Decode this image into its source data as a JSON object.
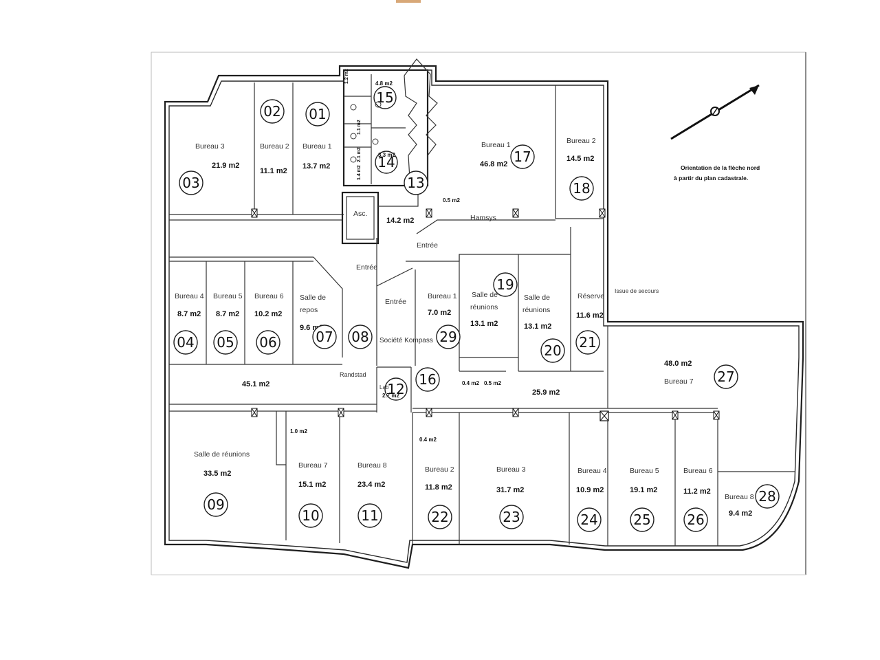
{
  "compass_note": {
    "line1": "Orientation de la flèche nord",
    "line2": "à partir du plan cadastrale."
  },
  "elevator": "Asc.",
  "emergency_exit": "Issue de secours",
  "companies": {
    "rondstad": "Randstad",
    "kompass": "Société Kompass",
    "hamsys": "Hamsys"
  },
  "entrances": [
    "Entrée",
    "Entrée",
    "Entrée"
  ],
  "rooms": {
    "r01": {
      "num": "01",
      "name": "Bureau 1",
      "area": "13.7 m2"
    },
    "r02": {
      "num": "02",
      "name": "Bureau 2",
      "area": "11.1 m2"
    },
    "r03": {
      "num": "03",
      "name": "Bureau 3",
      "area": "21.9 m2"
    },
    "r04": {
      "num": "04",
      "name": "Bureau 4",
      "area": "8.7 m2"
    },
    "r05": {
      "num": "05",
      "name": "Bureau 5",
      "area": "8.7 m2"
    },
    "r06": {
      "num": "06",
      "name": "Bureau 6",
      "area": "10.2 m2"
    },
    "r07": {
      "num": "07",
      "name1": "Salle de",
      "name2": "repos",
      "area": "9.6 m2"
    },
    "r08": {
      "num": "08"
    },
    "r09": {
      "num": "09",
      "name": "Salle de réunions",
      "area": "33.5 m2"
    },
    "r10": {
      "num": "10",
      "name": "Bureau 7",
      "area": "15.1 m2"
    },
    "r11": {
      "num": "11",
      "name": "Bureau 8",
      "area": "23.4 m2"
    },
    "r12": {
      "num": "12",
      "name": "Lab",
      "area": "2.7 m2"
    },
    "r13": {
      "num": "13",
      "area": "14.2 m2"
    },
    "r14": {
      "num": "14",
      "area": "3.3 m2"
    },
    "r15": {
      "num": "15",
      "area": "4.8 m2"
    },
    "r16": {
      "num": "16"
    },
    "r17": {
      "num": "17",
      "name": "Bureau 1",
      "area": "46.8 m2"
    },
    "r18": {
      "num": "18",
      "name": "Bureau 2",
      "area": "14.5 m2"
    },
    "r19": {
      "num": "19",
      "name1": "Salle de",
      "name2": "réunions",
      "area": "13.1 m2"
    },
    "r20": {
      "num": "20",
      "name1": "Salle de",
      "name2": "réunions",
      "area": "13.1 m2"
    },
    "r21": {
      "num": "21",
      "name": "Réserve",
      "area": "11.6 m2"
    },
    "r22": {
      "num": "22",
      "name": "Bureau 2",
      "area": "11.8 m2"
    },
    "r23": {
      "num": "23",
      "name": "Bureau 3",
      "area": "31.7 m2"
    },
    "r24": {
      "num": "24",
      "name": "Bureau 4",
      "area": "10.9 m2"
    },
    "r25": {
      "num": "25",
      "name": "Bureau 5",
      "area": "19.1 m2"
    },
    "r26": {
      "num": "26",
      "name": "Bureau 6",
      "area": "11.2 m2"
    },
    "r27": {
      "num": "27",
      "name": "Bureau 7",
      "area": "48.0 m2"
    },
    "r28": {
      "num": "28",
      "name": "Bureau 8",
      "area": "9.4 m2"
    },
    "r29": {
      "num": "29",
      "name": "Bureau 1",
      "area": "7.0 m2"
    }
  },
  "corridors": {
    "left": "45.1 m2",
    "right": "25.9 m2",
    "small_a": "0.4 m2",
    "small_b": "0.5 m2",
    "small_c": "0.4 m2",
    "small_d": "0.5 m2",
    "small_e": "1.0 m2"
  },
  "wc": {
    "w1": "1.2 m2",
    "w2": "1.1 m2",
    "w3": "1.4 m2",
    "w4": "2.1 m2"
  }
}
